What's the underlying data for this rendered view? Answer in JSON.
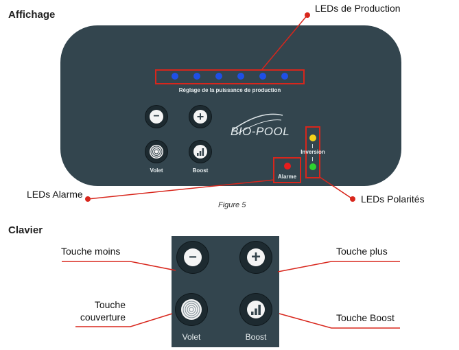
{
  "sections": {
    "display_title": "Affichage",
    "keypad_title": "Clavier"
  },
  "display": {
    "production_caption": "Réglage de la puissance de production",
    "brand_logo": "BIO-POOL",
    "button_labels": {
      "volet": "Volet",
      "boost": "Boost"
    },
    "alarm_label": "Alarme",
    "inversion_label": "Inversion",
    "production_led_color": "#1f4fe6",
    "alarm_led_color": "#e81d1d",
    "polarity_led_top_color": "#f3d21a",
    "polarity_led_bottom_color": "#2fd12f",
    "highlight_color": "#d8261c"
  },
  "callouts": {
    "leds_production": "LEDs de Production",
    "leds_alarme": "LEDs Alarme",
    "leds_polarites": "LEDs Polarités"
  },
  "figure_caption": "Figure 5",
  "keypad": {
    "minus_label": "Touche moins",
    "plus_label": "Touche plus",
    "cover_label_line1": "Touche",
    "cover_label_line2": "couverture",
    "boost_label": "Touche Boost",
    "volet_text": "Volet",
    "boost_text": "Boost"
  },
  "glyphs": {
    "minus": "−",
    "plus": "+"
  }
}
